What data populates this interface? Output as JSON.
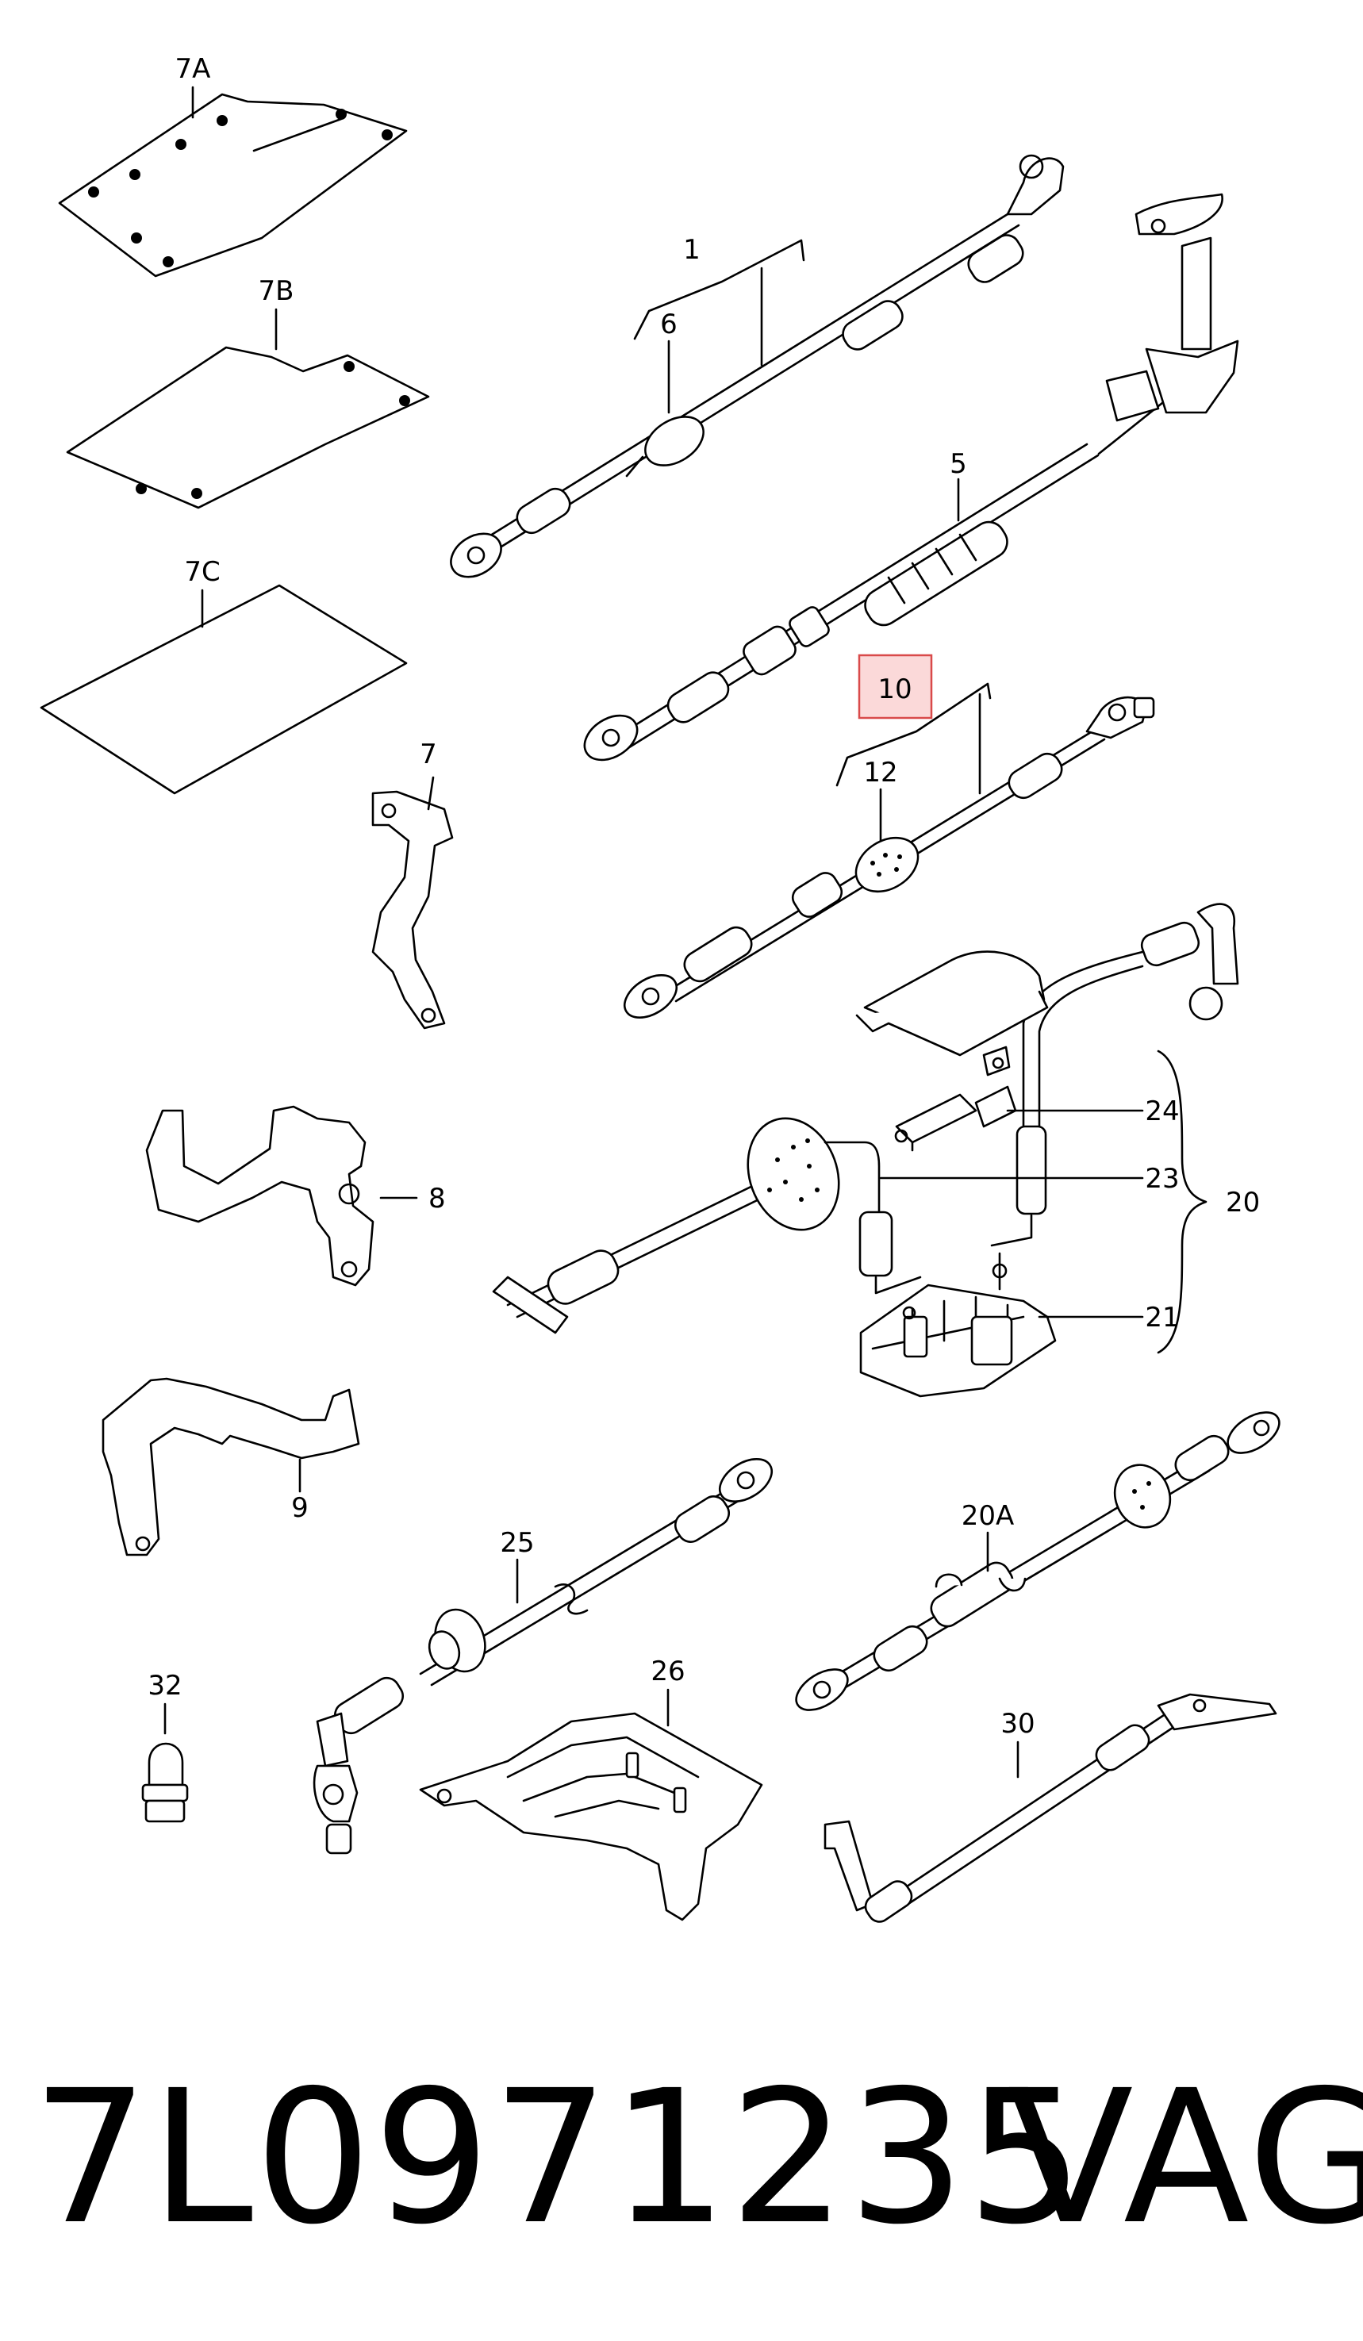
{
  "diagram": {
    "labels": {
      "l7a": "7A",
      "l7b": "7B",
      "l7c": "7C",
      "l1": "1",
      "l6": "6",
      "l5": "5",
      "l10": "10",
      "l12": "12",
      "l7": "7",
      "l8": "8",
      "l24": "24",
      "l23": "23",
      "l20": "20",
      "l21": "21",
      "l9": "9",
      "l25": "25",
      "l20a": "20A",
      "l32": "32",
      "l26": "26",
      "l30": "30"
    },
    "highlighted_label": "10",
    "highlight_color": "#d94a4a"
  },
  "footer": {
    "part_number": "7L0971235",
    "brand": "VAG"
  }
}
